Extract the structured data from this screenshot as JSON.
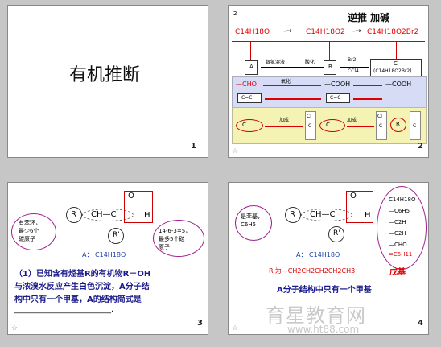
{
  "slides": [
    {
      "title": "有机推断",
      "number": "1"
    },
    {
      "number": "2",
      "corner_mark": "2",
      "heading": "逆推  加碱",
      "formula_a": "C14H18O",
      "formula_b": "C14H18O2",
      "formula_c": "C14H18O2Br2",
      "box_a": "A",
      "box_b": "B",
      "box_c": "C",
      "box_c_sub": "(C14H18O2Br2)",
      "step1_label": "银氨溶液",
      "step2_label": "酸化",
      "step3_label": "Br2",
      "step3_sub": "CCl4",
      "cho": "—CHO",
      "cooh1": "—COOH",
      "cooh2": "—COOH",
      "cc1": "C=C",
      "cc2": "C=C",
      "oxidize_label": "氧化",
      "add_label": "加成",
      "add_label2": "加成",
      "bottom_c1": "C",
      "bottom_cl": "Cl",
      "bottom_c2": "C",
      "bottom_c3": "C",
      "bottom_cl2": "Cl",
      "bottom_c4": "C",
      "bottom_r": "R",
      "bottom_c5": "C"
    },
    {
      "number": "3",
      "r_label": "R",
      "chain": "CH—C",
      "o_label": "O",
      "h_label": "H",
      "rp_label": "R'",
      "left_note": "有苯环，\n最少6个\n碳原子",
      "right_note": "14-6-3=5，\n最多5个碳\n原子",
      "a_formula": "A：  C14H18O",
      "question_line1": "（1）已知含有烃基R的有机物R－OH",
      "question_line2": "与浓溴水反应产生白色沉淀，A分子结",
      "question_line3": "构中只有一个甲基，A的结构简式是",
      "question_blank": "________________________."
    },
    {
      "number": "4",
      "r_label": "R",
      "chain": "CH—C",
      "o_label": "O",
      "h_label": "H",
      "rp_label": "R'",
      "left_note": "是苯基，\nC6H5",
      "a_formula": "A：  C14H18O",
      "right_list": [
        "C14H18O",
        "—C6H5",
        "—C2H",
        "—C2H",
        "—CHO",
        "=C5H11"
      ],
      "rp_is": "R'为—CH2CH2CH2CH2CH3",
      "amyl": "戊基",
      "note": "A分子结构中只有一个甲基"
    }
  ],
  "watermark": "育星教育网",
  "watermark_url": "www.ht88.com"
}
